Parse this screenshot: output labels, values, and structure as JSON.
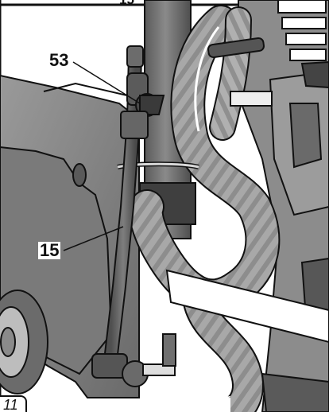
{
  "figure": {
    "callouts": [
      {
        "id": "53",
        "label": "53"
      },
      {
        "id": "15",
        "label": "15"
      }
    ],
    "figure_number": "11",
    "top_fragment": "15"
  },
  "colors": {
    "outline": "#111111",
    "body": "#8a8a8a",
    "body_dark": "#5e5e5e",
    "hose": "#a8a8a8",
    "tube": "#707070",
    "highlight": "#ffffff"
  },
  "icons": {
    "valve": "valve-knob-icon",
    "clamp": "hose-clamp-icon"
  }
}
